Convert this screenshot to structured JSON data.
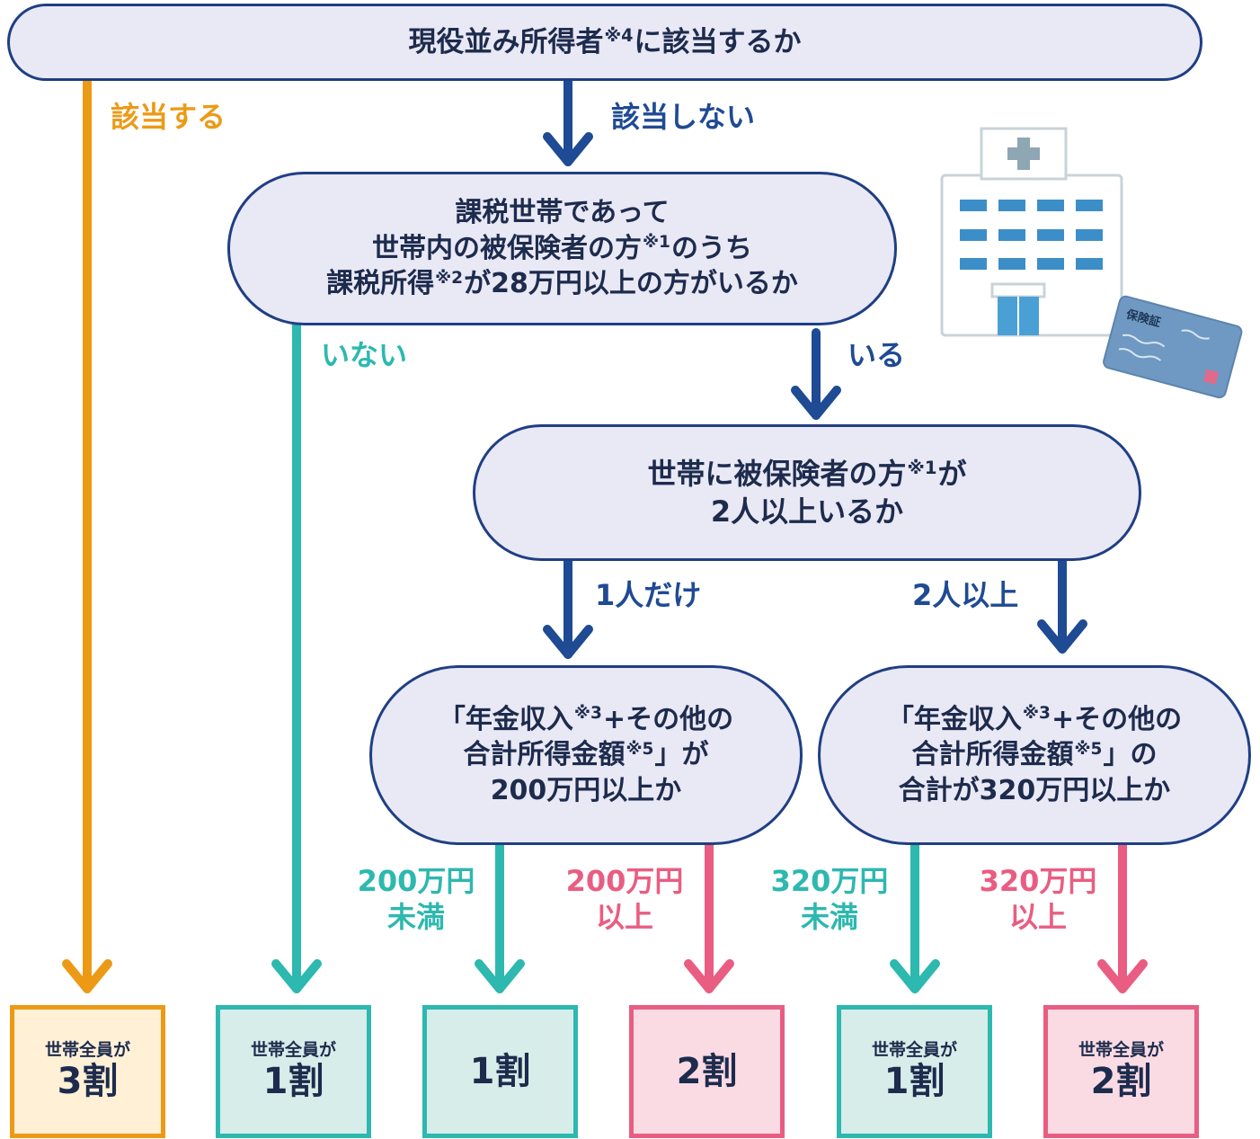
{
  "colors": {
    "navy": "#1f4a94",
    "orange": "#ec9a16",
    "teal": "#2db8b0",
    "pink": "#e95d82",
    "node_fill": "#e9e8f5"
  },
  "q1": {
    "pre": "現役並み所得者",
    "note": "※4",
    "post": "に該当するか"
  },
  "q1_yes": "該当する",
  "q1_no": "該当しない",
  "q2": {
    "line1": "課税世帯であって",
    "line2_pre": "世帯内の被保険者の方",
    "line2_note": "※1",
    "line2_post": "のうち",
    "line3_pre": "課税所得",
    "line3_note": "※2",
    "line3_post": "が28万円以上の方がいるか"
  },
  "q2_no": "いない",
  "q2_yes": "いる",
  "q3": {
    "line1_pre": "世帯に被保険者の方",
    "line1_note": "※1",
    "line1_post": "が",
    "line2": "2人以上いるか"
  },
  "q3_one": "1人だけ",
  "q3_two": "2人以上",
  "q4": {
    "line1_pre": "「年金収入",
    "line1_note": "※3",
    "line1_post": "+その他の",
    "line2_pre": "合計所得金額",
    "line2_note": "※5",
    "line2_post": "」が",
    "line3": "200万円以上か"
  },
  "q5": {
    "line1_pre": "「年金収入",
    "line1_note": "※3",
    "line1_post": "+その他の",
    "line2_pre": "合計所得金額",
    "line2_note": "※5",
    "line2_post": "」の",
    "line3": "合計が320万円以上か"
  },
  "q4_under": {
    "line1": "200万円",
    "line2": "未満"
  },
  "q4_over": {
    "line1": "200万円",
    "line2": "以上"
  },
  "q5_under": {
    "line1": "320万円",
    "line2": "未満"
  },
  "q5_over": {
    "line1": "320万円",
    "line2": "以上"
  },
  "results": [
    {
      "sub": "世帯全員が",
      "main": "3割"
    },
    {
      "sub": "世帯全員が",
      "main": "1割"
    },
    {
      "sub": "",
      "main": "1割"
    },
    {
      "sub": "",
      "main": "2割"
    },
    {
      "sub": "世帯全員が",
      "main": "1割"
    },
    {
      "sub": "世帯全員が",
      "main": "2割"
    }
  ],
  "icons": {
    "hospital": "hospital-icon",
    "card": "insurance-card-icon"
  },
  "card_text": "保険証"
}
